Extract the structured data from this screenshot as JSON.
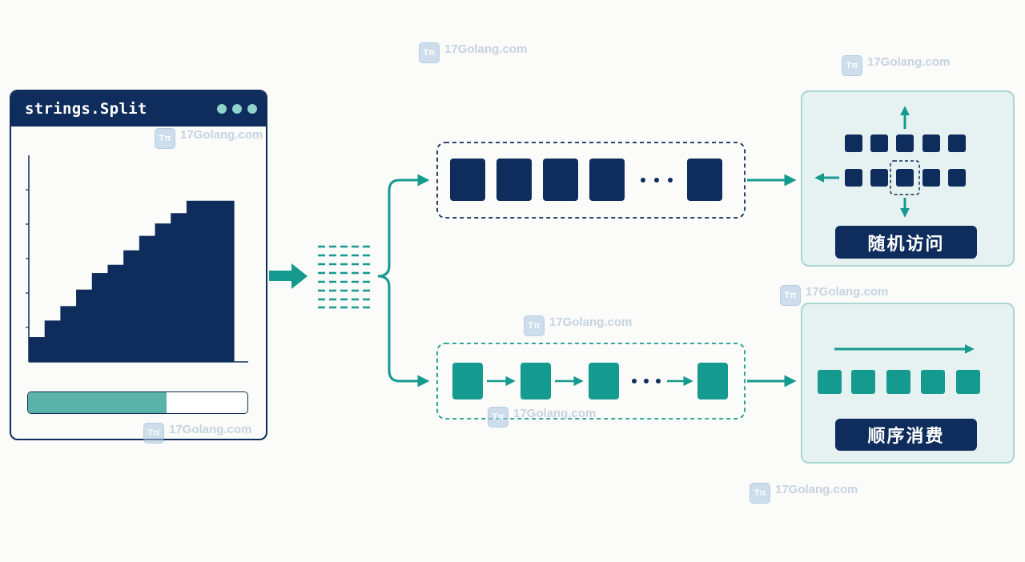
{
  "window": {
    "title": "strings.Split",
    "progress": 0.63,
    "chart_steps": [
      0.12,
      0.2,
      0.27,
      0.35,
      0.43,
      0.47,
      0.54,
      0.61,
      0.67,
      0.72,
      0.78,
      0.78,
      0.78
    ]
  },
  "paths": {
    "top_label": "随机访问",
    "bottom_label": "顺序消费"
  },
  "colors": {
    "navy": "#0f2d5c",
    "teal": "#159a8f",
    "panel_bg": "#e6f2f1"
  },
  "watermark": {
    "text": "17Golang.com"
  }
}
